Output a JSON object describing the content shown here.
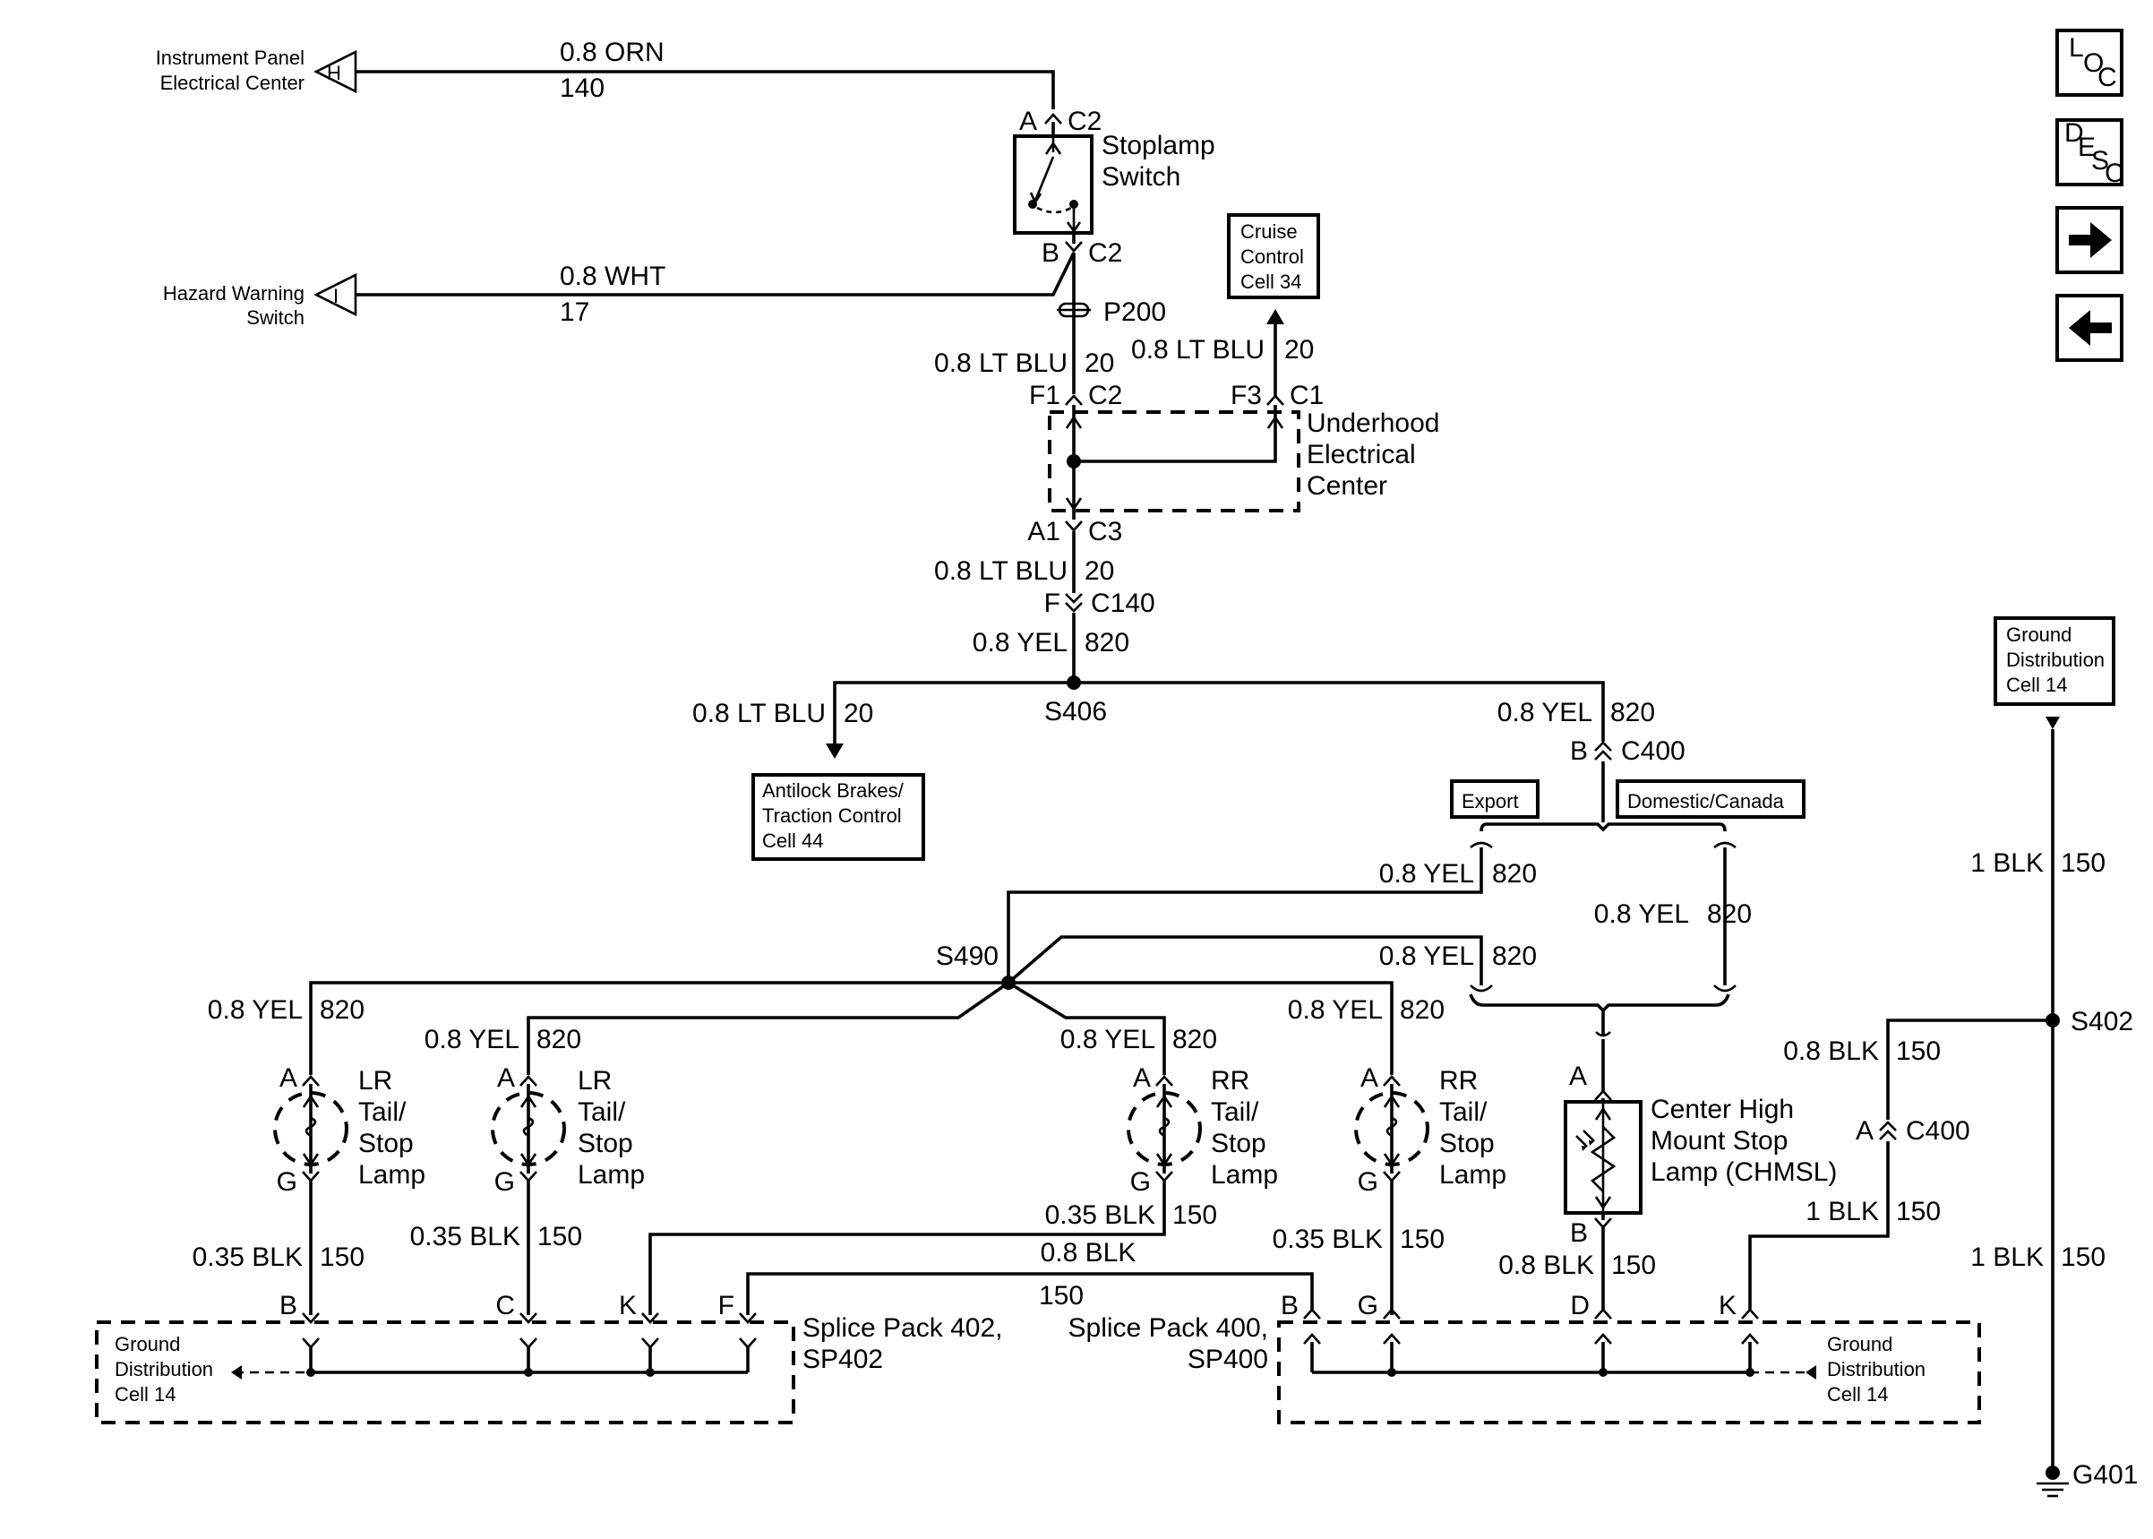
{
  "components": {
    "ipec": {
      "line1": "Instrument Panel",
      "line2": "Electrical Center",
      "pin": "H"
    },
    "hazard": {
      "line1": "Hazard Warning",
      "line2": "Switch",
      "pin": "I"
    },
    "stoplamp_switch": {
      "line1": "Stoplamp",
      "line2": "Switch"
    },
    "cruise": {
      "line1": "Cruise",
      "line2": "Control",
      "line3": "Cell 34"
    },
    "uec": {
      "line1": "Underhood",
      "line2": "Electrical",
      "line3": "Center"
    },
    "abs": {
      "line1": "Antilock Brakes/",
      "line2": "Traction Control",
      "line3": "Cell 44"
    },
    "export": {
      "label": "Export"
    },
    "domestic": {
      "label": "Domestic/Canada"
    },
    "ground_dist_top": {
      "line1": "Ground",
      "line2": "Distribution",
      "line3": "Cell 14"
    },
    "ground_dist_left": {
      "line1": "Ground",
      "line2": "Distribution",
      "line3": "Cell 14"
    },
    "ground_dist_right": {
      "line1": "Ground",
      "line2": "Distribution",
      "line3": "Cell 14"
    },
    "lamp1": {
      "l1": "LR",
      "l2": "Tail/",
      "l3": "Stop",
      "l4": "Lamp"
    },
    "lamp2": {
      "l1": "LR",
      "l2": "Tail/",
      "l3": "Stop",
      "l4": "Lamp"
    },
    "lamp3": {
      "l1": "RR",
      "l2": "Tail/",
      "l3": "Stop",
      "l4": "Lamp"
    },
    "lamp4": {
      "l1": "RR",
      "l2": "Tail/",
      "l3": "Stop",
      "l4": "Lamp"
    },
    "chmsl": {
      "l1": "Center High",
      "l2": "Mount Stop",
      "l3": "Lamp (CHMSL)"
    },
    "sp402": {
      "l1": "Splice Pack 402,",
      "l2": "SP402"
    },
    "sp400": {
      "l1": "Splice Pack 400,",
      "l2": "SP400"
    }
  },
  "wires": {
    "orn": {
      "gauge": "0.8 ORN",
      "circuit": "140"
    },
    "wht": {
      "gauge": "0.8 WHT",
      "circuit": "17"
    },
    "ltblu_a": {
      "gauge": "0.8 LT BLU",
      "circuit": "20"
    },
    "ltblu_cruise": {
      "gauge": "0.8 LT BLU",
      "circuit": "20"
    },
    "ltblu_b": {
      "gauge": "0.8 LT BLU",
      "circuit": "20"
    },
    "yel_main": {
      "gauge": "0.8 YEL",
      "circuit": "820"
    },
    "ltblu_abs": {
      "gauge": "0.8 LT BLU",
      "circuit": "20"
    },
    "yel_c400": {
      "gauge": "0.8 YEL",
      "circuit": "820"
    },
    "yel_export_top": {
      "gauge": "0.8 YEL",
      "circuit": "820"
    },
    "yel_dom": {
      "gauge": "0.8 YEL",
      "circuit": "820"
    },
    "yel_export_bottom": {
      "gauge": "0.8 YEL",
      "circuit": "820"
    },
    "yel_lamp1": {
      "gauge": "0.8 YEL",
      "circuit": "820"
    },
    "yel_lamp2": {
      "gauge": "0.8 YEL",
      "circuit": "820"
    },
    "yel_lamp3": {
      "gauge": "0.8 YEL",
      "circuit": "820"
    },
    "yel_lamp4": {
      "gauge": "0.8 YEL",
      "circuit": "820"
    },
    "blk_lamp1": {
      "gauge": "0.35 BLK",
      "circuit": "150"
    },
    "blk_lamp2": {
      "gauge": "0.35 BLK",
      "circuit": "150"
    },
    "blk_lamp3": {
      "gauge": "0.35 BLK",
      "circuit": "150"
    },
    "blk_lamp4": {
      "gauge": "0.35 BLK",
      "circuit": "150"
    },
    "blk_sp_link": {
      "gauge": "0.8 BLK",
      "circuit": "150"
    },
    "blk_chmsl": {
      "gauge": "0.8 BLK",
      "circuit": "150"
    },
    "blk_s402_c400": {
      "gauge": "0.8 BLK",
      "circuit": "150"
    },
    "blk_c400_k": {
      "gauge": "1 BLK",
      "circuit": "150"
    },
    "blk_ground_top": {
      "gauge": "1 BLK",
      "circuit": "150"
    },
    "blk_ground_bottom": {
      "gauge": "1 BLK",
      "circuit": "150"
    }
  },
  "connectors": {
    "sw_top": {
      "pin": "A",
      "conn": "C2"
    },
    "sw_bot": {
      "pin": "B",
      "conn": "C2"
    },
    "p200": {
      "label": "P200"
    },
    "uec_in": {
      "pin": "F1",
      "conn": "C2"
    },
    "uec_cruise": {
      "pin": "F3",
      "conn": "C1"
    },
    "uec_out": {
      "pin": "A1",
      "conn": "C3"
    },
    "c140": {
      "pin": "F",
      "conn": "C140"
    },
    "c400_top": {
      "pin": "B",
      "conn": "C400"
    },
    "c400_ground": {
      "pin": "A",
      "conn": "C400"
    },
    "lamp1_in": "A",
    "lamp1_out": "G",
    "lamp2_in": "A",
    "lamp2_out": "G",
    "lamp3_in": "A",
    "lamp3_out": "G",
    "lamp4_in": "A",
    "lamp4_out": "G",
    "chmsl_in": "A",
    "chmsl_out": "B",
    "sp402_b": "B",
    "sp402_c": "C",
    "sp402_k": "K",
    "sp402_f": "F",
    "sp400_b": "B",
    "sp400_g": "G",
    "sp400_d": "D",
    "sp400_k": "K"
  },
  "splices": {
    "s406": "S406",
    "s490": "S490",
    "s402": "S402"
  },
  "ground": {
    "g401": "G401"
  },
  "nav": {
    "loc": {
      "l1": "L",
      "l2": "O",
      "l3": "C"
    },
    "desc": {
      "l1": "D",
      "l2": "E",
      "l3": "S",
      "l4": "C"
    }
  }
}
